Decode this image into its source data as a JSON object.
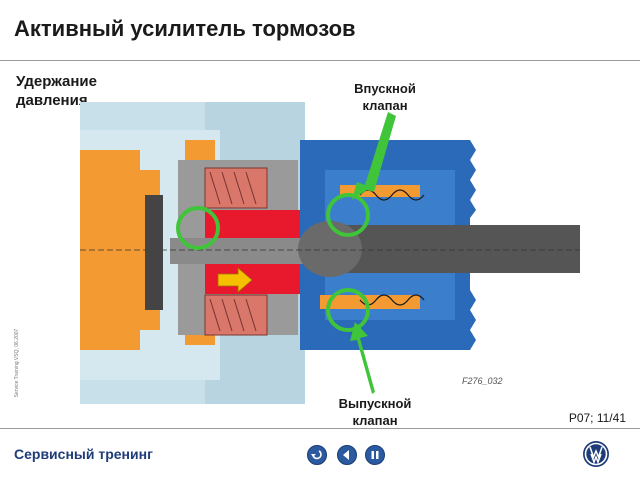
{
  "title": "Активный усилитель тормозов",
  "subtitle": "Удержание давления",
  "labels": {
    "inlet_valve": "Впускной клапан",
    "outlet_valve": "Выпускной клапан"
  },
  "figure_code": "F276_032",
  "side_text": "Service Training VSQ, 06.2007",
  "page_number": "P07; 11/41",
  "footer": {
    "brand_text": "Сервисный тренинг"
  },
  "icons": {
    "back": "return-icon",
    "previous": "previous-icon",
    "pause": "pause-icon",
    "logo": "vw-logo"
  },
  "colors": {
    "housing": "#c8e0ea",
    "orange_part": "#f39a32",
    "coil": "#d9776a",
    "chamber": "#e8192c",
    "arrow": "#f5c000",
    "blue_body": "#2a6ab8",
    "rod": "#555555",
    "highlight": "#3fc43a"
  }
}
